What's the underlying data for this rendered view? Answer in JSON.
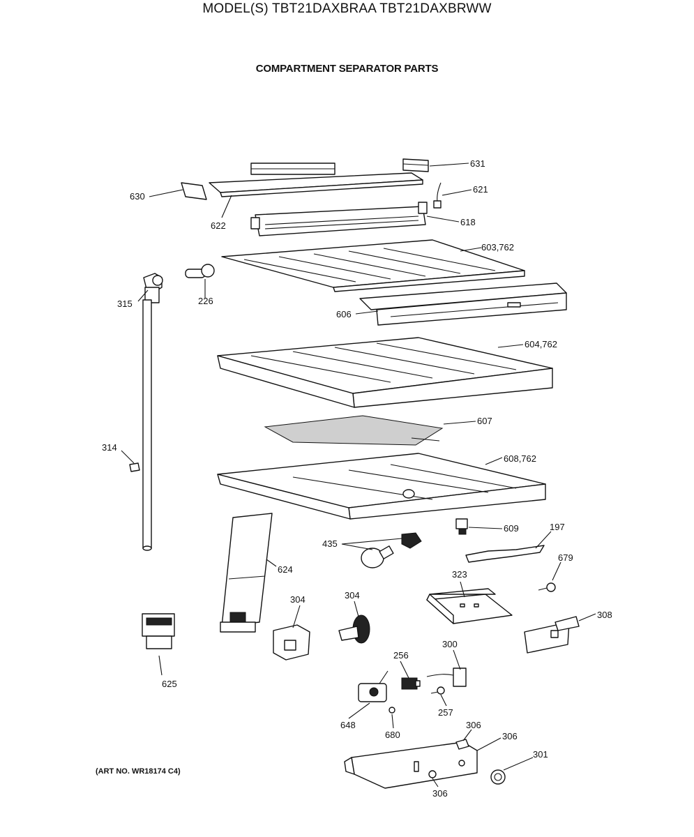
{
  "header": {
    "model_title": "MODEL(S) TBT21DAXBRAA  TBT21DAXBRWW",
    "section_title": "COMPARTMENT SEPARATOR PARTS"
  },
  "footer": {
    "art_number": "(ART NO. WR18174 C4)"
  },
  "callouts": {
    "c631": "631",
    "c621": "621",
    "c630": "630",
    "c622": "622",
    "c618": "618",
    "c603": "603,762",
    "c315": "315",
    "c226": "226",
    "c606": "606",
    "c604": "604,762",
    "c607": "607",
    "c314": "314",
    "c608": "608,762",
    "c609": "609",
    "c197": "197",
    "c435": "435",
    "c624": "624",
    "c679": "679",
    "c323": "323",
    "c304a": "304",
    "c304b": "304",
    "c308": "308",
    "c625": "625",
    "c300": "300",
    "c256": "256",
    "c257": "257",
    "c648": "648",
    "c680": "680",
    "c306a": "306",
    "c306b": "306",
    "c306c": "306",
    "c301": "301"
  }
}
